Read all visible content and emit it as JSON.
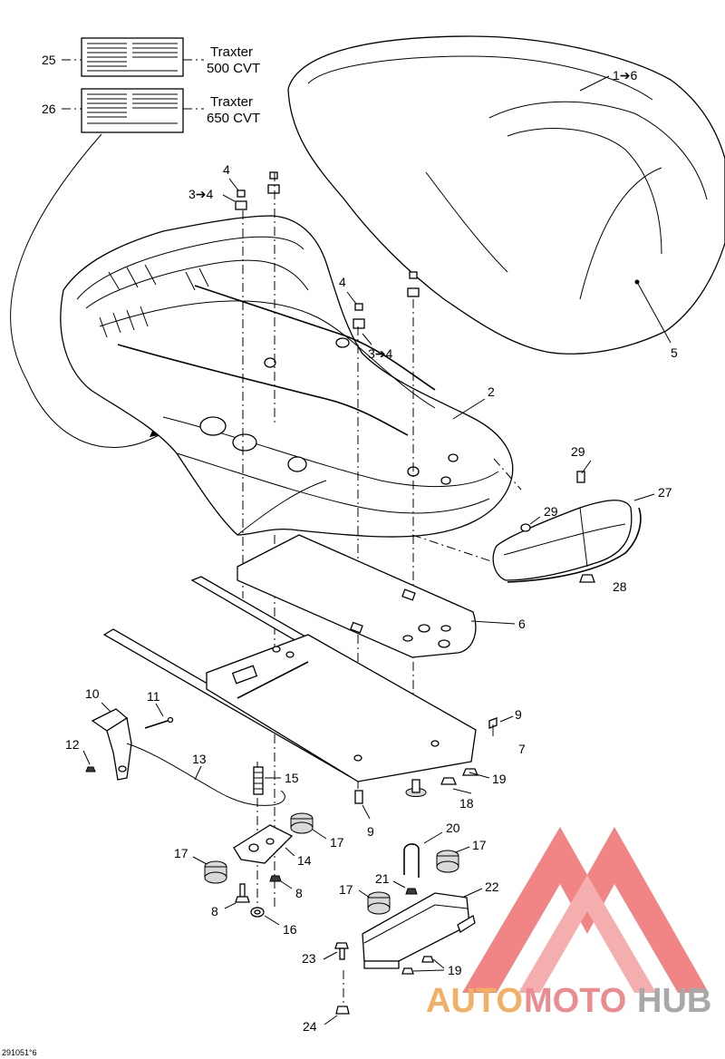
{
  "labels": {
    "label_25": "25",
    "label_26": "26",
    "model_500": [
      "Traxter",
      "500 CVT"
    ],
    "model_650": [
      "Traxter",
      "650 CVT"
    ],
    "c_1to6": "1➔6",
    "c_2": "2",
    "c_3to4_a": "3➔4",
    "c_3to4_b": "3➔4",
    "c_4a": "4",
    "c_4b": "4",
    "c_5": "5",
    "c_6": "6",
    "c_7": "7",
    "c_8a": "8",
    "c_8b": "8",
    "c_9a": "9",
    "c_9b": "9",
    "c_10": "10",
    "c_11": "11",
    "c_12": "12",
    "c_13": "13",
    "c_14": "14",
    "c_15": "15",
    "c_16": "16",
    "c_17a": "17",
    "c_17b": "17",
    "c_17c": "17",
    "c_17d": "17",
    "c_18": "18",
    "c_19a": "19",
    "c_19b": "19",
    "c_20": "20",
    "c_21": "21",
    "c_22": "22",
    "c_23": "23",
    "c_24": "24",
    "c_27": "27",
    "c_28": "28",
    "c_29a": "29",
    "c_29b": "29",
    "doc_id": "291051°6"
  },
  "watermark": {
    "part1": "AUTO",
    "part2": "MOTO",
    "part3": "HUB",
    "colors": {
      "orange": "#f2a34a",
      "pink": "#e8787d",
      "gray": "#9a9a9a",
      "triangle": "#ef6f6f"
    }
  }
}
